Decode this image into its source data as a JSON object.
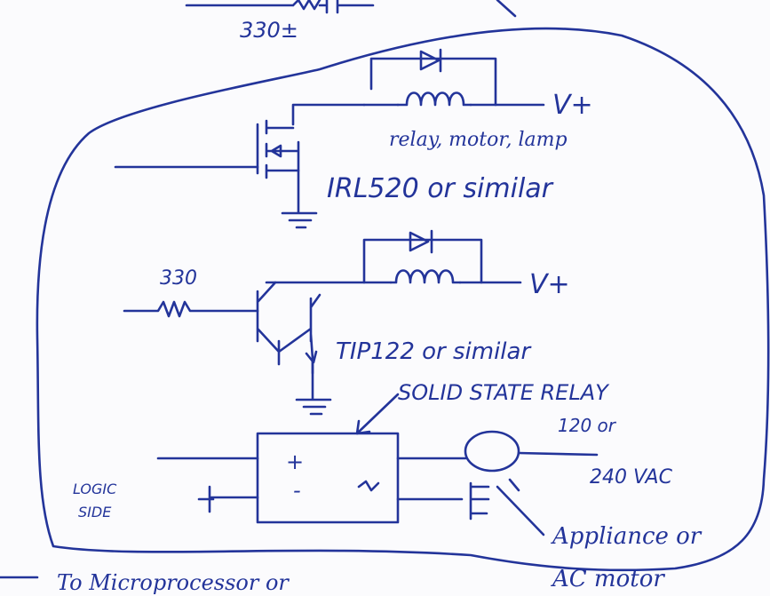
{
  "labels": {
    "top_resistor": "330±",
    "mosfet_load": "relay, motor, lamp",
    "mosfet_part": "IRL520 or similar",
    "mosfet_vplus": "V+",
    "bjt_resistor": "330",
    "bjt_vplus": "V+",
    "bjt_part": "TIP122 or similar",
    "ssr_title": "SOLID STATE RELAY",
    "ssr_plus": "+",
    "ssr_minus": "-",
    "ac_voltage_1": "120 or",
    "ac_voltage_2": "240 VAC",
    "logic_side_1": "LOGIC",
    "logic_side_2": "SIDE",
    "appliance_1": "Appliance or",
    "appliance_2": "AC motor",
    "bottom_note": "To Microprocessor or"
  },
  "colors": {
    "ink": "#23349a",
    "paper": "#fbfbfd"
  }
}
